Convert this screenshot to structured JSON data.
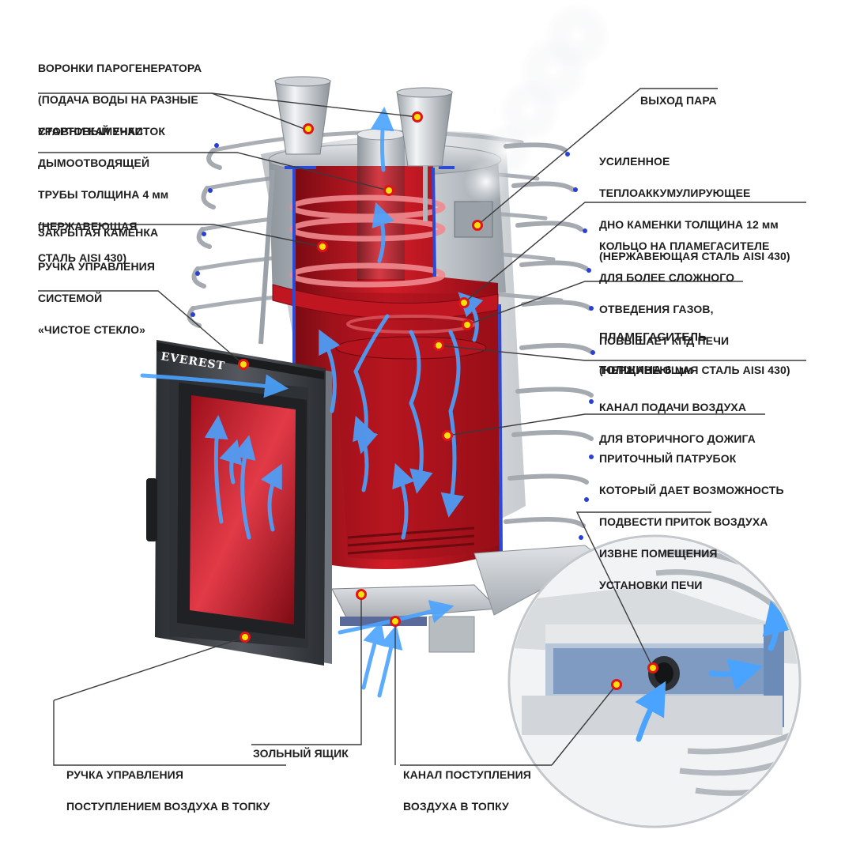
{
  "brand": "EVEREST",
  "callouts": {
    "funnels": [
      "ВОРОНКИ ПАРОГЕНЕРАТОРА",
      "(ПОДАЧА ВОДЫ НА РАЗНЫЕ",
      "УРОВНИ КАМЕНКИ"
    ],
    "chimney_start": [
      "СТАРТОВЫЙ УЧАСТОК",
      "ДЫМООТВОДЯЩЕЙ",
      "ТРУБЫ ТОЛЩИНА 4 мм",
      "(НЕРЖАВЕЮЩАЯ",
      "СТАЛЬ AISI 430)"
    ],
    "closed_heater": [
      "ЗАКРЫТАЯ КАМЕНКА"
    ],
    "clean_glass_handle": [
      "РУЧКА УПРАВЛЕНИЯ",
      "СИСТЕМОЙ",
      "«ЧИСТОЕ СТЕКЛО»"
    ],
    "steam_outlet": [
      "ВЫХОД ПАРА"
    ],
    "reinforced_bottom": [
      "УСИЛЕННОЕ",
      "ТЕПЛОАККУМУЛИРУЮЩЕЕ",
      "ДНО КАМЕНКИ ТОЛЩИНА 12 мм",
      "(НЕРЖАВЕЮЩАЯ  СТАЛЬ AISI 430)"
    ],
    "flame_ring": [
      "КОЛЬЦО НА ПЛАМЕГАСИТЕЛЕ",
      "ДЛЯ БОЛЕЕ СЛОЖНОГО",
      "ОТВЕДЕНИЯ ГАЗОВ,",
      "ПОВЫШАЕТ КПД ПЕЧИ"
    ],
    "flame_damper": [
      "ПЛАМЕГАСИТЕЛЬ",
      "ТОЛЩИНА 6 мм"
    ],
    "flame_damper_material": [
      "(НЕРЖАВЕЮЩАЯ  СТАЛЬ AISI 430)"
    ],
    "secondary_air": [
      "КАНАЛ ПОДАЧИ ВОЗДУХА",
      "ДЛЯ ВТОРИЧНОГО ДОЖИГА"
    ],
    "inlet_pipe": [
      "ПРИТОЧНЫЙ ПАТРУБОК",
      "КОТОРЫЙ ДАЕТ ВОЗМОЖНОСТЬ",
      "ПОДВЕСТИ ПРИТОК ВОЗДУХА",
      "ИЗВНЕ ПОМЕЩЕНИЯ",
      "УСТАНОВКИ ПЕЧИ"
    ],
    "ash_box": [
      "ЗОЛЬНЫЙ ЯЩИК"
    ],
    "air_handle": [
      "РУЧКА УПРАВЛЕНИЯ",
      "ПОСТУПЛЕНИЕМ ВОЗДУХА В ТОПКУ"
    ],
    "air_channel": [
      "КАНАЛ ПОСТУПЛЕНИЯ",
      "ВОЗДУХА В ТОПКУ"
    ]
  },
  "colors": {
    "marker_fill": "#f5e20a",
    "marker_ring": "#e01515",
    "leader": "#3a3a3a",
    "air_flow": "#4aa3ff",
    "fire": "#c8141e",
    "steel": "#b9bec4",
    "frame": "#3a3d42"
  }
}
